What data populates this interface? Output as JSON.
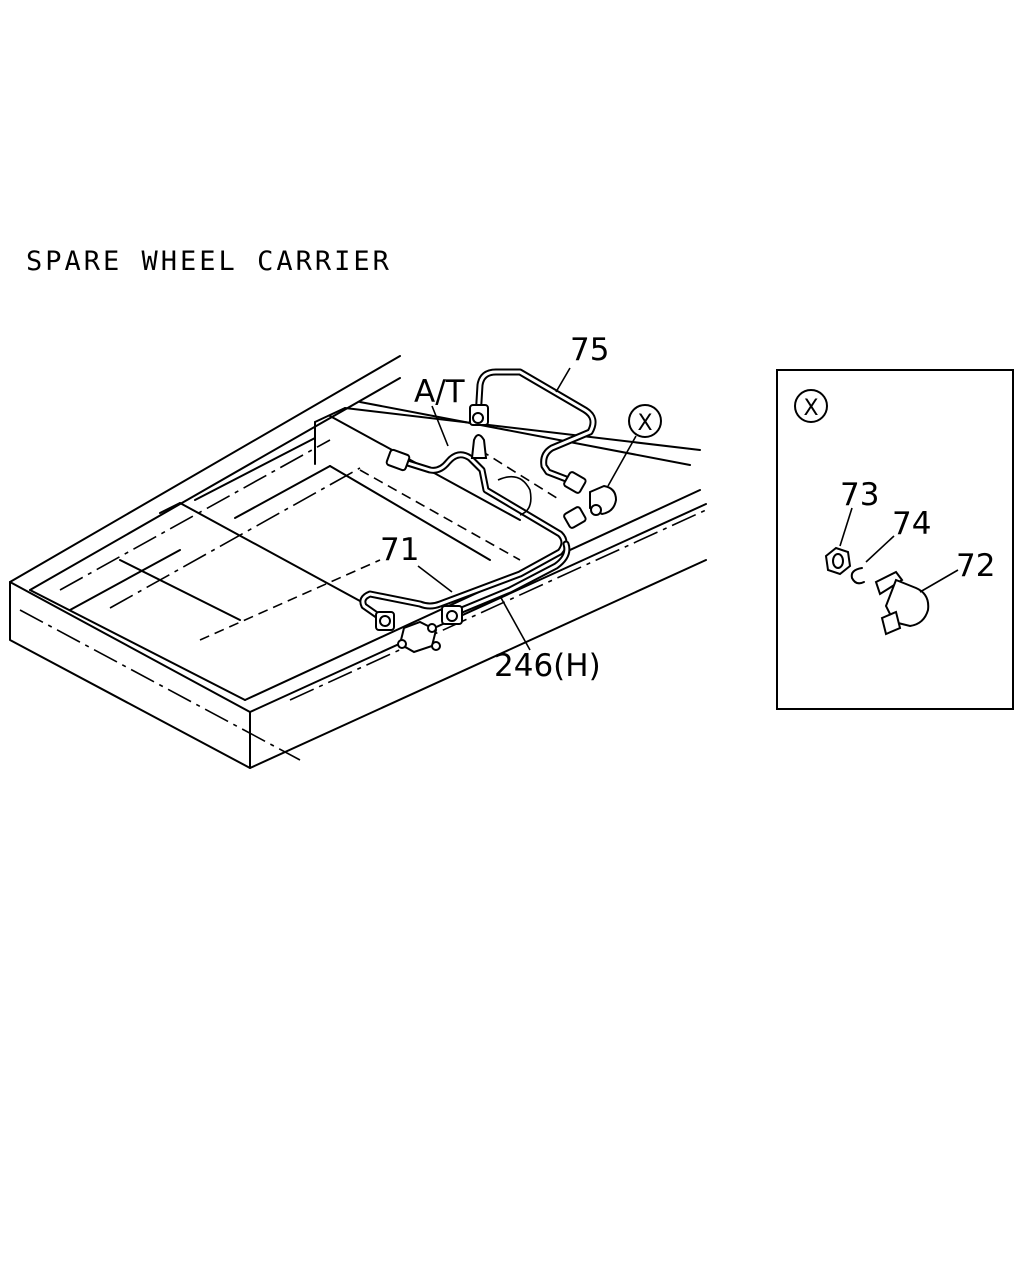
{
  "title": "SPARE WHEEL CARRIER",
  "labels": {
    "at": "A/T",
    "part_75": "75",
    "part_71": "71",
    "part_246": "246(H)",
    "callout_x": "X"
  },
  "detail": {
    "marker": "X",
    "part_73": "73",
    "part_74": "74",
    "part_72": "72"
  }
}
